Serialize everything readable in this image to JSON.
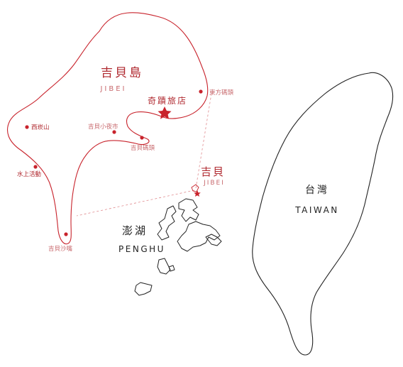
{
  "colors": {
    "accent": "#c8232c",
    "outline_red": "#c8232c",
    "outline_black": "#222222",
    "dashed": "#e08a8e"
  },
  "jibei_island": {
    "title_zh": "吉貝島",
    "title_en": "JIBEI",
    "hotel": "奇蹟旅店",
    "poi": {
      "east_pier": "東方碼頭",
      "west_slope": "西崁山",
      "water_sports": "水上活動",
      "night_market": "吉貝小夜市",
      "pier": "吉貝碼頭",
      "sand_tail": "吉貝沙嘴"
    }
  },
  "jibei_marker": {
    "zh": "吉貝",
    "en": "JIBEI"
  },
  "penghu": {
    "zh": "澎湖",
    "en": "PENGHU"
  },
  "taiwan": {
    "zh": "台灣",
    "en": "TAIWAN"
  },
  "icons": {
    "hotel": "star-icon",
    "poi": "dot-icon",
    "locator": "star-icon"
  }
}
